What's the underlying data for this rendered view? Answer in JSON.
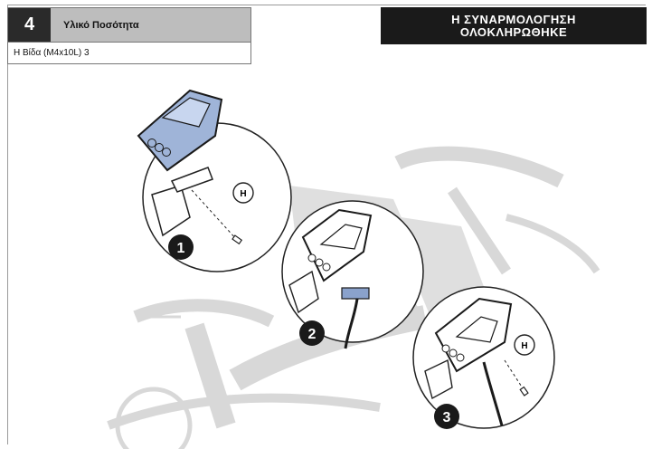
{
  "step": {
    "number": "4",
    "title": "Υλικό Ποσότητα"
  },
  "parts": {
    "line": "Η Βίδα (M4x10L) 3"
  },
  "banner": {
    "line1": "Η ΣΥΝΑΡΜΟΛΟΓΗΣΗ",
    "line2": "ΟΛΟΚΛΗΡΩΘΗΚΕ"
  },
  "callouts": {
    "one": "1",
    "two": "2",
    "three": "3",
    "label_h": "H"
  },
  "colors": {
    "highlight": "#9fb4d8",
    "ink": "#1a1a1a",
    "ghost": "#d8d8d8",
    "wedge": "#d9d9d9"
  }
}
